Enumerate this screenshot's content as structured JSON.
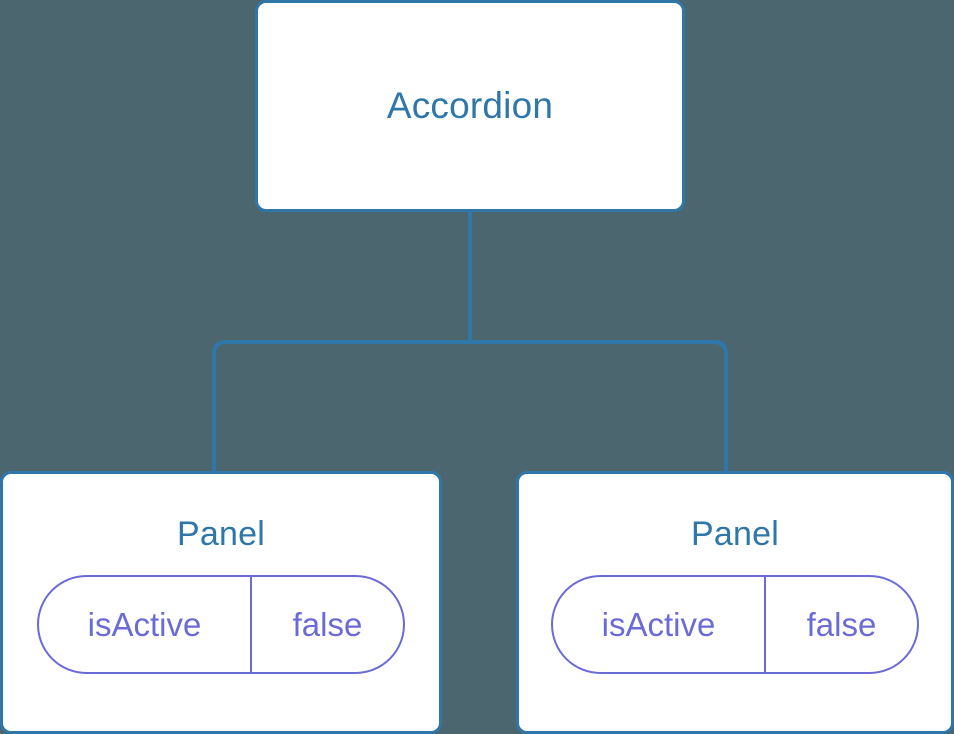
{
  "diagram": {
    "type": "component-tree",
    "background_color": "#4c6670",
    "node_fill": "#ffffff",
    "node_border_color": "#2e77a8",
    "edge_color": "#2e77a8",
    "prop_color": "#6b6bd6",
    "root": {
      "label": "Accordion"
    },
    "children": [
      {
        "label": "Panel",
        "props": [
          {
            "key": "isActive",
            "value": "false"
          }
        ]
      },
      {
        "label": "Panel",
        "props": [
          {
            "key": "isActive",
            "value": "false"
          }
        ]
      }
    ]
  }
}
